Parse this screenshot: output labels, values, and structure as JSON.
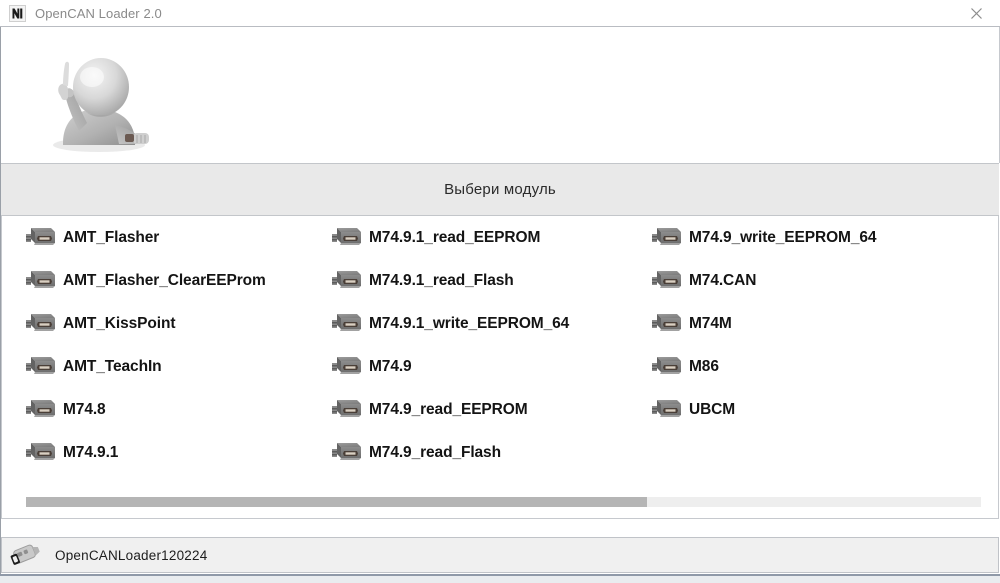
{
  "window": {
    "title": "OpenCAN Loader 2.0",
    "app_icon": "opencan-logo-icon",
    "close_label": "×"
  },
  "banner": {
    "mascot_icon": "pointing-figure-icon"
  },
  "header": {
    "title": "Выбери модуль"
  },
  "modules": {
    "columns": [
      {
        "items": [
          {
            "label": "AMT_Flasher",
            "icon": "ecu-module-icon"
          },
          {
            "label": "AMT_Flasher_ClearEEProm",
            "icon": "ecu-module-icon"
          },
          {
            "label": "AMT_KissPoint",
            "icon": "ecu-module-icon"
          },
          {
            "label": "AMT_TeachIn",
            "icon": "ecu-module-icon"
          },
          {
            "label": "M74.8",
            "icon": "ecu-module-icon"
          },
          {
            "label": "M74.9.1",
            "icon": "ecu-module-icon"
          }
        ]
      },
      {
        "items": [
          {
            "label": "M74.9.1_read_EEPROM",
            "icon": "ecu-module-icon"
          },
          {
            "label": "M74.9.1_read_Flash",
            "icon": "ecu-module-icon"
          },
          {
            "label": "M74.9.1_write_EEPROM_64",
            "icon": "ecu-module-icon"
          },
          {
            "label": "M74.9",
            "icon": "ecu-module-icon"
          },
          {
            "label": "M74.9_read_EEPROM",
            "icon": "ecu-module-icon"
          },
          {
            "label": "M74.9_read_Flash",
            "icon": "ecu-module-icon"
          }
        ]
      },
      {
        "items": [
          {
            "label": "M74.9_write_EEPROM_64",
            "icon": "ecu-module-icon"
          },
          {
            "label": "M74.CAN",
            "icon": "ecu-module-icon"
          },
          {
            "label": "M74M",
            "icon": "ecu-module-icon"
          },
          {
            "label": "M86",
            "icon": "ecu-module-icon"
          },
          {
            "label": "UBCM",
            "icon": "ecu-module-icon"
          }
        ]
      }
    ]
  },
  "scrollbar": {
    "orientation": "horizontal",
    "thumb_percent": 65
  },
  "statusbar": {
    "icon": "can-adapter-icon",
    "text": "OpenCANLoader120224"
  },
  "colors": {
    "header_band": "#e9e9e9",
    "window_bg": "#ffffff",
    "title_text": "#8a8a8a",
    "label_text": "#141414",
    "scroll_thumb": "#b5b5b5",
    "scroll_track": "#eeeeee",
    "statusbar_bg": "#f0f0f0",
    "module_icon": "#7d7d7d"
  }
}
